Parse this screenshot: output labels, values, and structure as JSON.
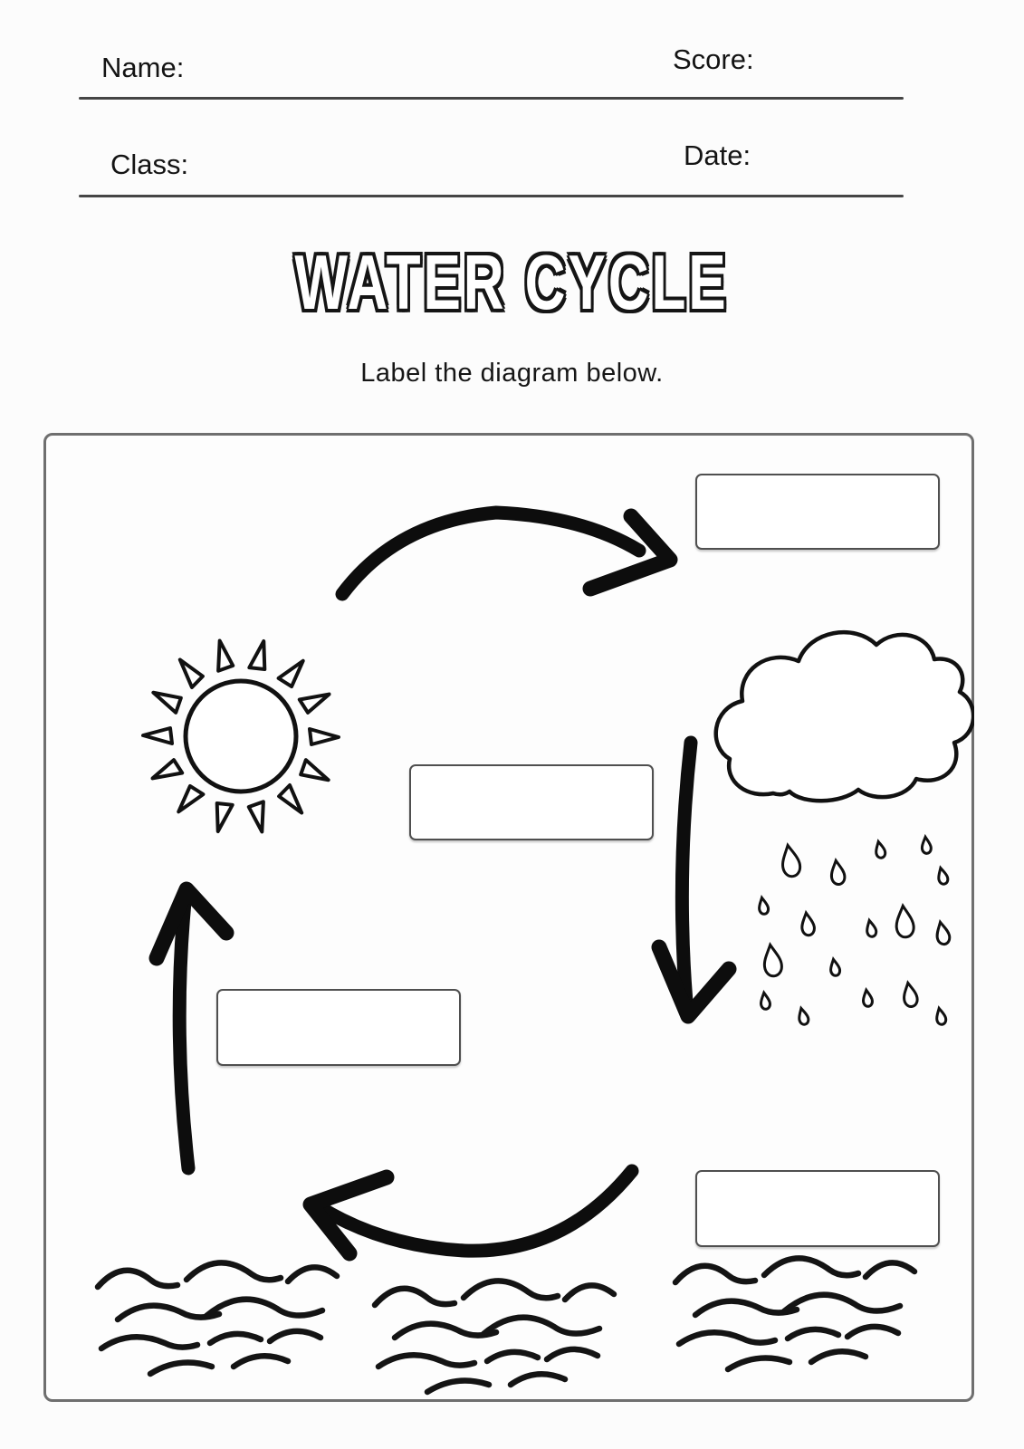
{
  "page": {
    "background": "#fcfcfc",
    "ink": "#111111"
  },
  "header": {
    "name_label": "Name:",
    "score_label": "Score:",
    "class_label": "Class:",
    "date_label": "Date:"
  },
  "title": "WATER CYCLE",
  "subtitle": "Label the diagram below.",
  "diagram": {
    "frame_border_color": "#6f6f6f",
    "label_box_border_color": "#4f4f4f",
    "label_boxes": [
      {
        "position": "top-right",
        "value": ""
      },
      {
        "position": "middle",
        "value": ""
      },
      {
        "position": "middle-left",
        "value": ""
      },
      {
        "position": "bottom-right",
        "value": ""
      }
    ],
    "icons": [
      "curved-arrow-right-icon",
      "curved-arrow-down-icon",
      "curved-arrow-up-icon",
      "curved-arrow-left-icon",
      "sun-icon",
      "rain-cloud-icon",
      "raindrops-icon",
      "water-waves-icon"
    ]
  }
}
